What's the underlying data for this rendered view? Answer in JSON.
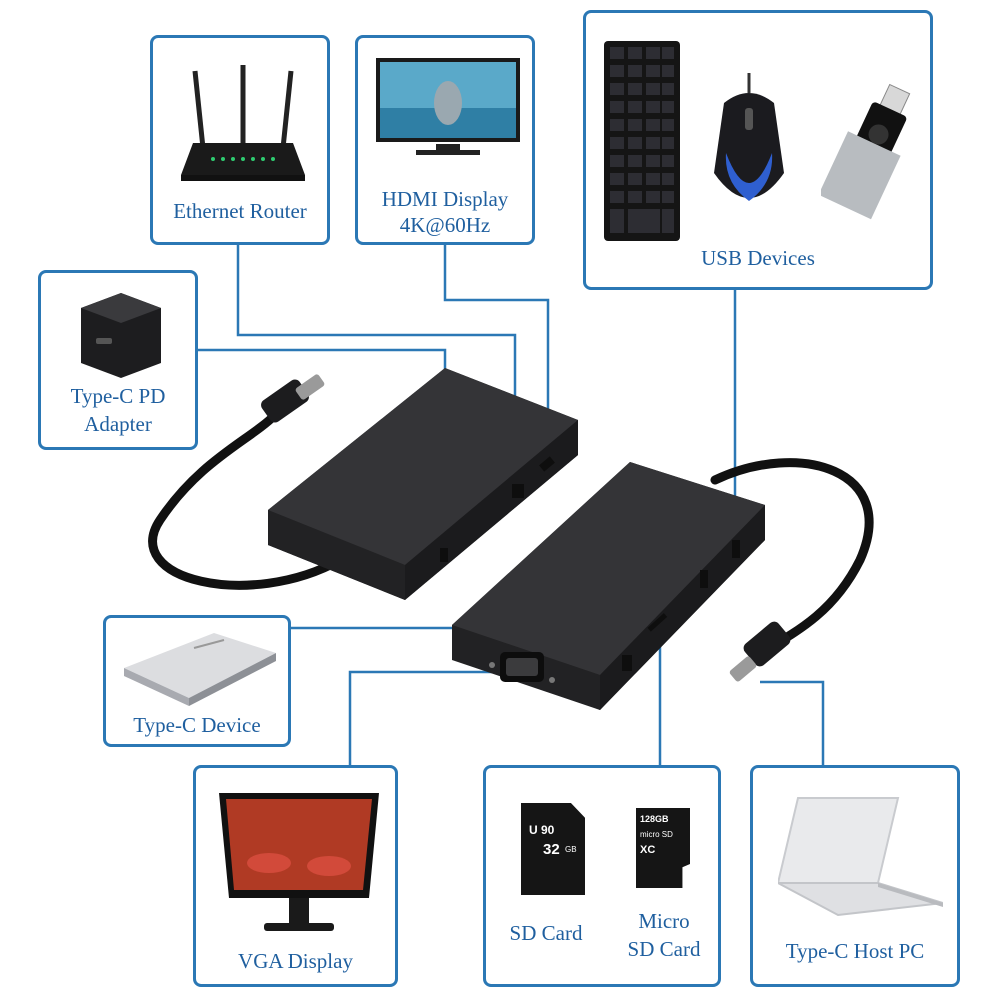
{
  "labels": {
    "ethernet_router": "Ethernet Router",
    "hdmi_display_line1": "HDMI Display",
    "hdmi_display_line2": "4K@60Hz",
    "usb_devices": "USB Devices",
    "typec_pd_line1": "Type-C PD",
    "typec_pd_line2": "Adapter",
    "typec_device": "Type-C Device",
    "vga_display": "VGA Display",
    "sd_card": "SD Card",
    "micro_sd_line1": "Micro",
    "micro_sd_line2": "SD Card",
    "typec_host": "Type-C Host PC"
  },
  "card_text": {
    "sd_speed": "U 90",
    "sd_capacity": "32",
    "sd_unit": "GB",
    "micro_capacity": "128GB",
    "micro_brand": "micro SD",
    "micro_class": "XC"
  },
  "colors": {
    "box_border": "#2b78b5",
    "connector_line": "#2b78b5",
    "label_text": "#1f5f9f",
    "device_body": "#2a2a2c"
  }
}
